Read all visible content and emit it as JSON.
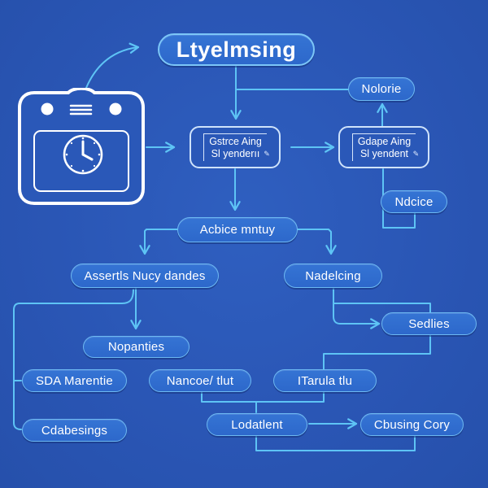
{
  "diagram": {
    "title": "Ltyelmsing",
    "device_icon": {
      "semantic": "timer-device-icon",
      "inner": "clock-icon"
    },
    "cards": [
      {
        "id": "card-left",
        "line1": "Gstrce Aing",
        "line2": "Sl yenderıı",
        "icon": "pencil-icon"
      },
      {
        "id": "card-right",
        "line1": "Gdape Aing",
        "line2": "Sl yendent",
        "icon": "pencil-icon"
      }
    ],
    "nodes": {
      "nolorie": "Nolorie",
      "ndcice": "Ndcice",
      "acbice": "Acbice mntuy",
      "assertls": "Assertls Nucy dandes",
      "nadelcing": "Nadelcing",
      "sedlies": "Sedlies",
      "nopanties": "Nopanties",
      "sda": "SDA Marentie",
      "nancoe": "Nancoe/ tlut",
      "itarula": "ITarula tlu",
      "cdabesings": "Cdabesings",
      "lodatlent": "Lodatlent",
      "cbusing": "Cbusing Cory"
    },
    "colors": {
      "background": "#2a56b5",
      "node_fill": "#3170d0",
      "node_border": "#6cb8f2",
      "connector": "#5ec4f5",
      "text": "#ffffff",
      "icon_stroke": "#ffffff"
    }
  }
}
